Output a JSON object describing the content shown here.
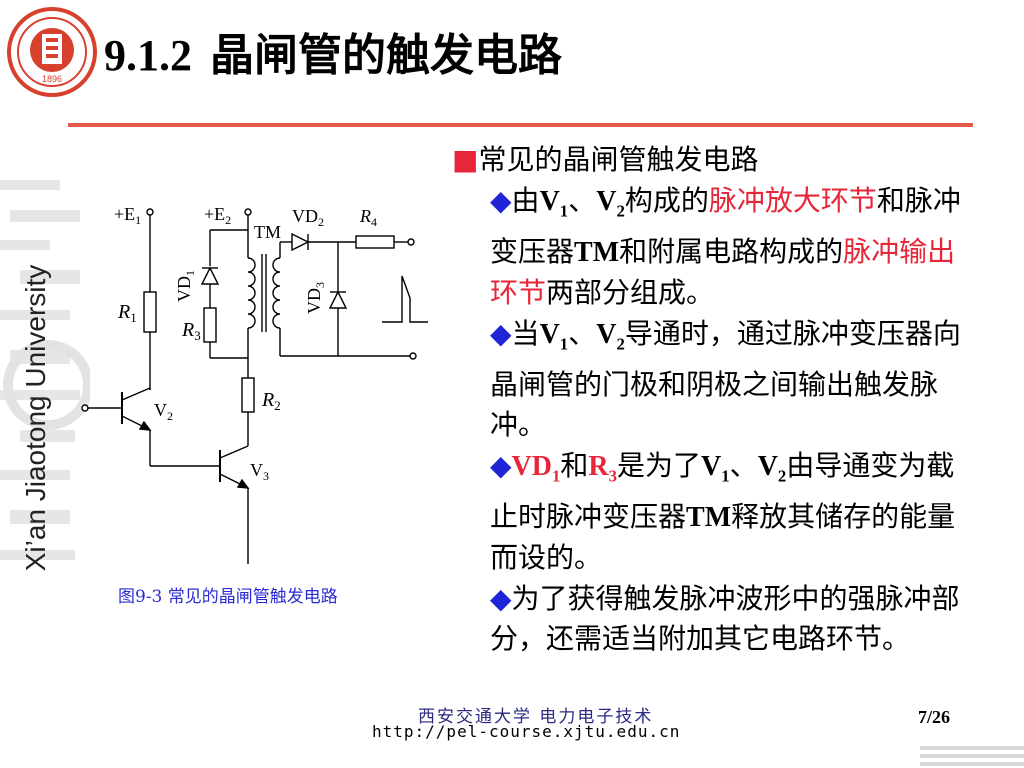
{
  "header": {
    "section_number": "9.1.2",
    "title": "晶闸管的触发电路",
    "logo_year": "1896"
  },
  "watermark": {
    "university": "Xi’an Jiaotong University"
  },
  "figure": {
    "caption": "图9-3  常见的晶闸管触发电路",
    "labels": {
      "e1": "+E",
      "e1_sub": "1",
      "e2": "+E",
      "e2_sub": "2",
      "tm": "TM",
      "vd2": "VD",
      "vd2_sub": "2",
      "r4": "R",
      "r4_sub": "4",
      "vd1": "VD",
      "vd1_sub": "1",
      "vd3": "VD",
      "vd3_sub": "3",
      "r1": "R",
      "r1_sub": "1",
      "r3": "R",
      "r3_sub": "3",
      "r2": "R",
      "r2_sub": "2",
      "v2": "V",
      "v2_sub": "2",
      "v3": "V",
      "v3_sub": "3"
    }
  },
  "content": {
    "heading_bullet": "■",
    "heading": "常见的晶闸管触发电路",
    "diamond": "◆",
    "p1": {
      "t1": "由",
      "v1": "V",
      "v1_sub": "1",
      "sep": "、",
      "v2": "V",
      "v2_sub": "2",
      "t2": "构成的",
      "hl1": "脉冲放大环节",
      "t3": "和脉冲变压器",
      "tm": "TM",
      "t4": "和附属电路构成的",
      "hl2": "脉冲输出环节",
      "t5": "两部分组成。"
    },
    "p2": {
      "t1": "当",
      "v1": "V",
      "v1_sub": "1",
      "sep": "、",
      "v2": "V",
      "v2_sub": "2",
      "t2": "导通时，通过脉冲变压器向晶闸管的门极和阴极之间输出触发脉冲。"
    },
    "p3": {
      "vd": "VD",
      "vd_sub": "1",
      "t1": "和",
      "r": "R",
      "r_sub": "3",
      "t2": "是为了",
      "v1": "V",
      "v1_sub": "1",
      "sep": "、",
      "v2": "V",
      "v2_sub": "2",
      "t3": "由导通变为截止时脉冲变压器",
      "tm": "TM",
      "t4": "释放其储存的能量而设的。"
    },
    "p4": {
      "t1": "为了获得触发脉冲波形中的强脉冲部分，还需适当附加其它电路环节。"
    }
  },
  "footer": {
    "brand": "西安交通大学 电力电子技术",
    "url": "http://pel-course.xjtu.edu.cn",
    "page": "7/26"
  },
  "colors": {
    "accent_red": "#e25a4a",
    "highlight_red": "#e8263a",
    "caption_blue": "#2b2bd6",
    "diamond_blue": "#1f24d6"
  }
}
